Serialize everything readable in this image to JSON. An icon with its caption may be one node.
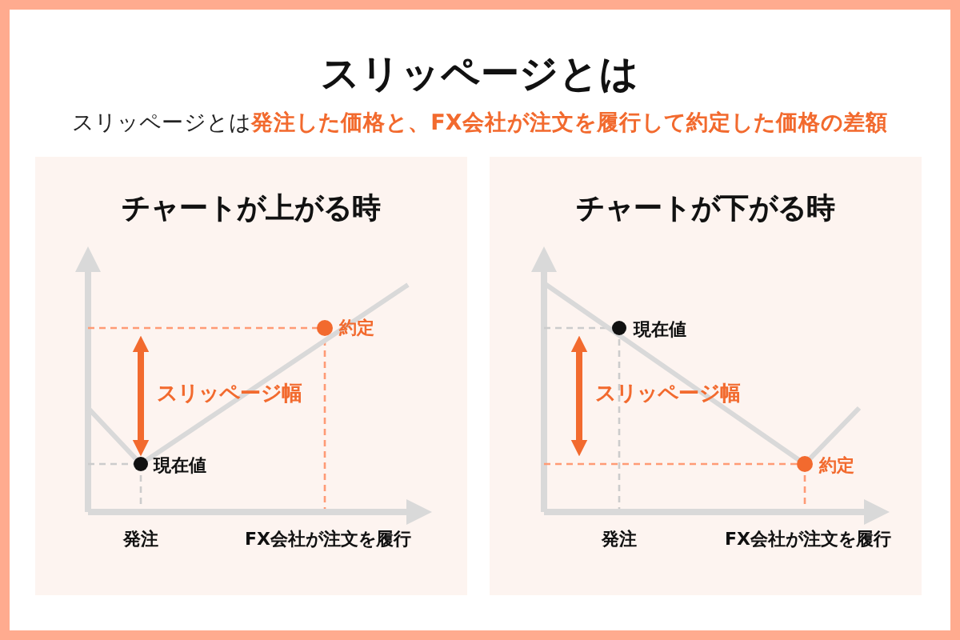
{
  "diagram": {
    "title": "スリッページとは",
    "caption": "スリッページとは**発注した価格と、FX会社が注文を履行して約定した価格の差額**",
    "nodes": [
      {
        "text": [
          "チャートが上がる時"
        ]
      },
      {
        "text": [
          "チャートが下がる時"
        ]
      }
    ],
    "labels": [
      "約定",
      "スリッページ幅",
      "現在値",
      "発注",
      "FX会社が注文を履行",
      "現在値",
      "スリッページ幅",
      "約定",
      "発注",
      "FX会社が注文を履行"
    ]
  }
}
